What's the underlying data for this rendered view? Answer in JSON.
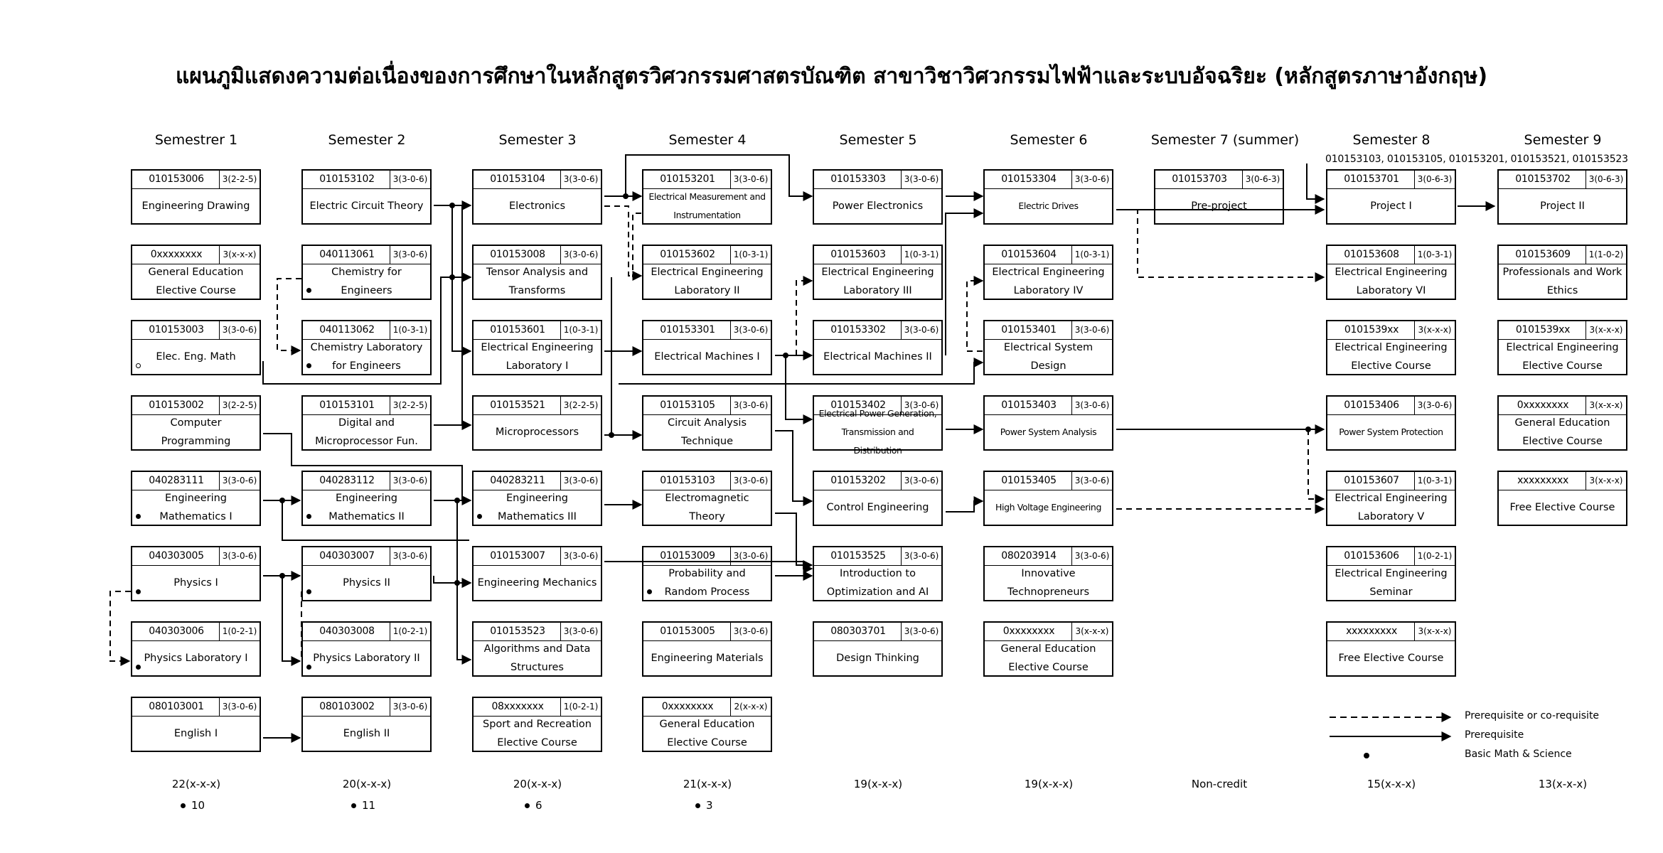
{
  "title": "แผนภูมิแสดงความต่อเนื่องของการศึกษาในหลักสูตรวิศวกรรมศาสตรบัณฑิต สาขาวิชาวิศวกรรมไฟฟ้าและระบบอัจฉริยะ (หลักสูตรภาษาอังกฤษ)",
  "semesters": [
    "Semestrer 1",
    "Semester 2",
    "Semester 3",
    "Semester 4",
    "Semester 5",
    "Semester 6",
    "Semester 7 (summer)",
    "Semester 8",
    "Semester 9"
  ],
  "semester8_note": "010153103, 010153105, 010153201, 010153521, 010153523",
  "courses": {
    "c1_1": {
      "code": "010153006",
      "credit": "3(2-2-5)",
      "name": "Engineering Drawing"
    },
    "c1_2": {
      "code": "0xxxxxxxx",
      "credit": "3(x-x-x)",
      "name": "General Education Elective Course"
    },
    "c1_3": {
      "code": "010153003",
      "credit": "3(3-0-6)",
      "name": "Elec. Eng. Math"
    },
    "c1_4": {
      "code": "010153002",
      "credit": "3(2-2-5)",
      "name": "Computer Programming"
    },
    "c1_5": {
      "code": "040283111",
      "credit": "3(3-0-6)",
      "name": "Engineering Mathematics I"
    },
    "c1_6": {
      "code": "040303005",
      "credit": "3(3-0-6)",
      "name": "Physics I"
    },
    "c1_7": {
      "code": "040303006",
      "credit": "1(0-2-1)",
      "name": "Physics Laboratory I"
    },
    "c1_8": {
      "code": "080103001",
      "credit": "3(3-0-6)",
      "name": "English I"
    },
    "c2_1": {
      "code": "010153102",
      "credit": "3(3-0-6)",
      "name": "Electric Circuit Theory"
    },
    "c2_2": {
      "code": "040113061",
      "credit": "3(3-0-6)",
      "name": "Chemistry for Engineers"
    },
    "c2_3": {
      "code": "040113062",
      "credit": "1(0-3-1)",
      "name": "Chemistry Laboratory for Engineers"
    },
    "c2_4": {
      "code": "010153101",
      "credit": "3(2-2-5)",
      "name": "Digital and Microprocessor Fun."
    },
    "c2_5": {
      "code": "040283112",
      "credit": "3(3-0-6)",
      "name": "Engineering Mathematics II"
    },
    "c2_6": {
      "code": "040303007",
      "credit": "3(3-0-6)",
      "name": "Physics II"
    },
    "c2_7": {
      "code": "040303008",
      "credit": "1(0-2-1)",
      "name": "Physics Laboratory II"
    },
    "c2_8": {
      "code": "080103002",
      "credit": "3(3-0-6)",
      "name": "English II"
    },
    "c3_1": {
      "code": "010153104",
      "credit": "3(3-0-6)",
      "name": "Electronics"
    },
    "c3_2": {
      "code": "010153008",
      "credit": "3(3-0-6)",
      "name": "Tensor Analysis and Transforms"
    },
    "c3_3": {
      "code": "010153601",
      "credit": "1(0-3-1)",
      "name": "Electrical Engineering Laboratory I"
    },
    "c3_4": {
      "code": "010153521",
      "credit": "3(2-2-5)",
      "name": "Microprocessors"
    },
    "c3_5": {
      "code": "040283211",
      "credit": "3(3-0-6)",
      "name": "Engineering Mathematics III"
    },
    "c3_6": {
      "code": "010153007",
      "credit": "3(3-0-6)",
      "name": "Engineering Mechanics"
    },
    "c3_7": {
      "code": "010153523",
      "credit": "3(3-0-6)",
      "name": "Algorithms and Data Structures"
    },
    "c3_8": {
      "code": "08xxxxxxx",
      "credit": "1(0-2-1)",
      "name": "Sport and Recreation Elective Course"
    },
    "c4_1": {
      "code": "010153201",
      "credit": "3(3-0-6)",
      "name": "Electrical Measurement and Instrumentation"
    },
    "c4_2": {
      "code": "010153602",
      "credit": "1(0-3-1)",
      "name": "Electrical Engineering Laboratory II"
    },
    "c4_3": {
      "code": "010153301",
      "credit": "3(3-0-6)",
      "name": "Electrical Machines I"
    },
    "c4_4": {
      "code": "010153105",
      "credit": "3(3-0-6)",
      "name": "Circuit Analysis Technique"
    },
    "c4_5": {
      "code": "010153103",
      "credit": "3(3-0-6)",
      "name": "Electromagnetic Theory"
    },
    "c4_6": {
      "code": "010153009",
      "credit": "3(3-0-6)",
      "name": "Probability and Random Process"
    },
    "c4_7": {
      "code": "010153005",
      "credit": "3(3-0-6)",
      "name": "Engineering Materials"
    },
    "c4_8": {
      "code": "0xxxxxxxx",
      "credit": "2(x-x-x)",
      "name": "General Education Elective Course"
    },
    "c5_1": {
      "code": "010153303",
      "credit": "3(3-0-6)",
      "name": "Power Electronics"
    },
    "c5_2": {
      "code": "010153603",
      "credit": "1(0-3-1)",
      "name": "Electrical Engineering Laboratory III"
    },
    "c5_3": {
      "code": "010153302",
      "credit": "3(3-0-6)",
      "name": "Electrical Machines II"
    },
    "c5_4": {
      "code": "010153402",
      "credit": "3(3-0-6)",
      "name": "Electrical Power Generation, Transmission and Distribution"
    },
    "c5_5": {
      "code": "010153202",
      "credit": "3(3-0-6)",
      "name": "Control Engineering"
    },
    "c5_6": {
      "code": "010153525",
      "credit": "3(3-0-6)",
      "name": "Introduction to Optimization and AI"
    },
    "c5_7": {
      "code": "080303701",
      "credit": "3(3-0-6)",
      "name": "Design Thinking"
    },
    "c6_1": {
      "code": "010153304",
      "credit": "3(3-0-6)",
      "name": "Electric Drives"
    },
    "c6_2": {
      "code": "010153604",
      "credit": "1(0-3-1)",
      "name": "Electrical Engineering Laboratory IV"
    },
    "c6_3": {
      "code": "010153401",
      "credit": "3(3-0-6)",
      "name": "Electrical System Design"
    },
    "c6_4": {
      "code": "010153403",
      "credit": "3(3-0-6)",
      "name": "Power System Analysis"
    },
    "c6_5": {
      "code": "010153405",
      "credit": "3(3-0-6)",
      "name": "High Voltage Engineering"
    },
    "c6_6": {
      "code": "080203914",
      "credit": "3(3-0-6)",
      "name": "Innovative Technopreneurs"
    },
    "c6_7": {
      "code": "0xxxxxxxx",
      "credit": "3(x-x-x)",
      "name": "General Education Elective Course"
    },
    "c7_1": {
      "code": "010153703",
      "credit": "3(0-6-3)",
      "name": "Pre-project"
    },
    "c8_1": {
      "code": "010153701",
      "credit": "3(0-6-3)",
      "name": "Project I"
    },
    "c8_2": {
      "code": "010153608",
      "credit": "1(0-3-1)",
      "name": "Electrical Engineering Laboratory VI"
    },
    "c8_3": {
      "code": "0101539xx",
      "credit": "3(x-x-x)",
      "name": "Electrical Engineering Elective Course"
    },
    "c8_4": {
      "code": "010153406",
      "credit": "3(3-0-6)",
      "name": "Power System Protection"
    },
    "c8_5": {
      "code": "010153607",
      "credit": "1(0-3-1)",
      "name": "Electrical Engineering Laboratory V"
    },
    "c8_6": {
      "code": "010153606",
      "credit": "1(0-2-1)",
      "name": "Electrical Engineering Seminar"
    },
    "c8_7": {
      "code": "xxxxxxxxx",
      "credit": "3(x-x-x)",
      "name": "Free Elective Course"
    },
    "c9_1": {
      "code": "010153702",
      "credit": "3(0-6-3)",
      "name": "Project II"
    },
    "c9_2": {
      "code": "010153609",
      "credit": "1(1-0-2)",
      "name": "Professionals and Work Ethics"
    },
    "c9_3": {
      "code": "0101539xx",
      "credit": "3(x-x-x)",
      "name": "Electrical Engineering Elective Course"
    },
    "c9_4": {
      "code": "0xxxxxxxx",
      "credit": "3(x-x-x)",
      "name": "General Education Elective Course"
    },
    "c9_5": {
      "code": "xxxxxxxxx",
      "credit": "3(x-x-x)",
      "name": "Free Elective Course"
    }
  },
  "totals": [
    "22(x-x-x)",
    "20(x-x-x)",
    "20(x-x-x)",
    "21(x-x-x)",
    "19(x-x-x)",
    "19(x-x-x)",
    "Non-credit",
    "15(x-x-x)",
    "13(x-x-x)"
  ],
  "basic_counts": [
    "10",
    "11",
    "6",
    "3"
  ],
  "legend": {
    "dashed": "Prerequisite or co-requisite",
    "solid": "Prerequisite",
    "dot": "Basic Math & Science"
  }
}
